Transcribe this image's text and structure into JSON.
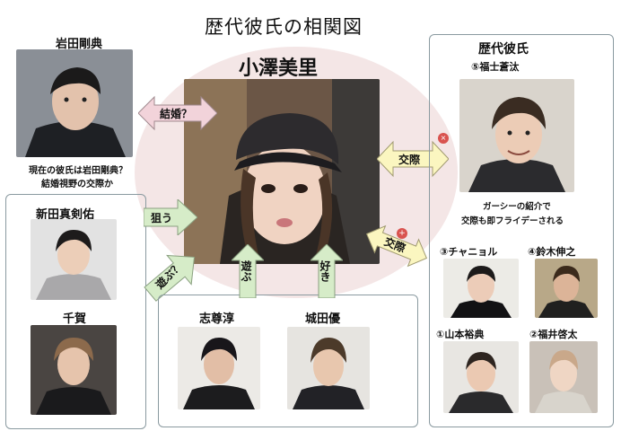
{
  "title": "歴代彼氏の相関図",
  "center": {
    "name": "小澤美里"
  },
  "iwata": {
    "name": "岩田剛典",
    "caption_line1": "現在の彼氏は岩田剛典？",
    "caption_line2": "結婚視野の交際か"
  },
  "ex_panel": {
    "heading": "歴代彼氏",
    "fukushi": {
      "name": "⑤福士蒼汰",
      "caption_line1": "ガーシーの紹介で",
      "caption_line2": "交際も即フライデーされる"
    },
    "chanyeol": "③チャニョル",
    "suzuki": "④鈴木伸之",
    "yamamoto": "①山本裕典",
    "fukui": "②福井啓太"
  },
  "left_panel": {
    "arata": "新田真剣佑",
    "chiga": "千賀"
  },
  "bottom_panel": {
    "shison": "志尊淳",
    "shirota": "城田優"
  },
  "arrows": {
    "kekkon": "結婚？",
    "koukei1": "交際",
    "koukei2": "交際",
    "nerau": "狙う",
    "asobu_q": "遊ぶ？",
    "asobu": "遊ぶ",
    "suki": "好き"
  },
  "colors": {
    "pink_arrow": "#f2d3da",
    "yellow_arrow": "#fbf6c0",
    "green_arrow": "#d6ecc8",
    "panel_border": "#8a9aa0",
    "oval": "#f4e6e6"
  }
}
